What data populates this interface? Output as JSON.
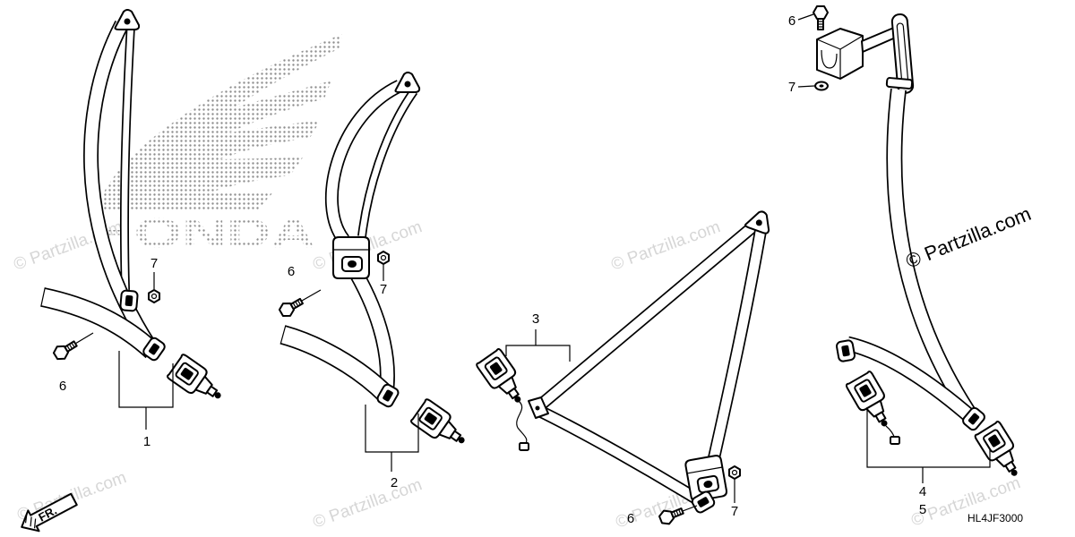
{
  "diagram": {
    "callouts": {
      "c1": "1",
      "c2": "2",
      "c3": "3",
      "c4": "4",
      "c5": "5",
      "c6": "6",
      "c7": "7"
    },
    "diagram_code": "HL4JF3000",
    "direction_arrow": {
      "label": "FR.",
      "icon": "front-direction-arrow-icon"
    },
    "watermark": "© Partzilla.com",
    "logo": {
      "text": "HONDA",
      "icon": "honda-wing-icon"
    }
  },
  "colors": {
    "line": "#000000",
    "background": "#ffffff",
    "watermark": "#d6d6d6",
    "logo_dots": "#8e8e8e"
  }
}
